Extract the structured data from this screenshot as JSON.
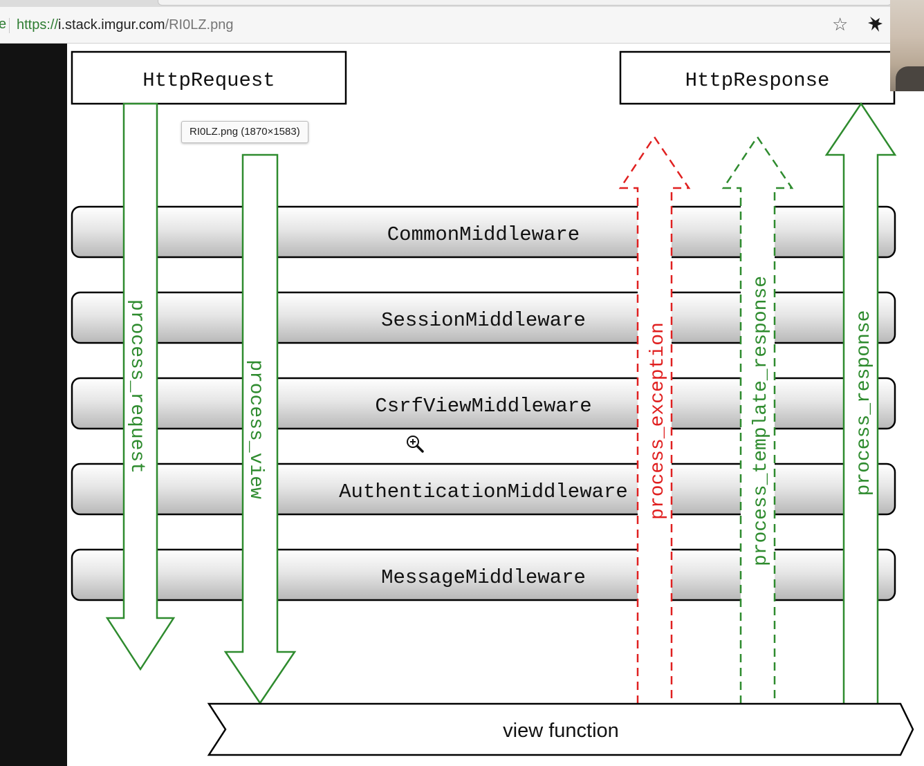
{
  "browser": {
    "url_scheme": "https://",
    "url_host": "i.stack.imgur.com",
    "url_path": "/RI0LZ.png",
    "omnibox_leading_glyph": "e",
    "bookmark_icon": "star-icon",
    "extension_icon": "bird-extension-icon"
  },
  "tooltip": "RI0LZ.png (1870×1583)",
  "diagram": {
    "request_box": "HttpRequest",
    "response_box": "HttpResponse",
    "middlewares": [
      "CommonMiddleware",
      "SessionMiddleware",
      "CsrfViewMiddleware",
      "AuthenticationMiddleware",
      "MessageMiddleware"
    ],
    "arrows": {
      "process_request": "process_request",
      "process_view": "process_view",
      "process_exception": "process_exception",
      "process_template_response": "process_template_response",
      "process_response": "process_response"
    },
    "view_function": "view function",
    "colors": {
      "green": "#2e8b2e",
      "red": "#e02020",
      "box_border": "#000000",
      "bar_top": "#ffffff",
      "bar_bottom": "#b8b8b8"
    }
  }
}
